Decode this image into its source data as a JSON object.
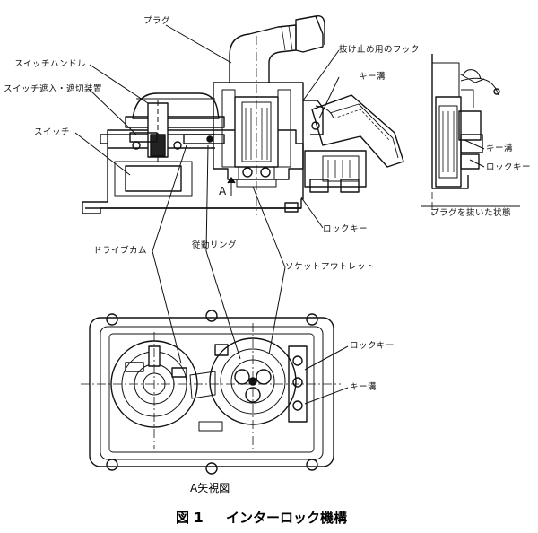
{
  "top_view": {
    "plug": "プラグ",
    "switch_handle": "スイッチハンドル",
    "switch_device": "スイッチ遮入・遮切装置",
    "switch": "スイッチ",
    "hook": "抜け止め用のフック",
    "key_groove": "キー溝",
    "lock_key": "ロックキー",
    "view_marker": "A"
  },
  "side_view": {
    "key_groove": "キー溝",
    "lock_key": "ロックキー",
    "caption": "プラグを抜いた状態"
  },
  "middle_labels": {
    "drive_cam": "ドライブカム",
    "follower_ring": "従動リング",
    "socket_outlet": "ソケットアウトレット"
  },
  "bottom_view": {
    "lock_key": "ロックキー",
    "key_groove": "キー溝",
    "caption": "A矢視図"
  },
  "figure_caption": {
    "number": "図 1",
    "title": "インターロック機構"
  }
}
